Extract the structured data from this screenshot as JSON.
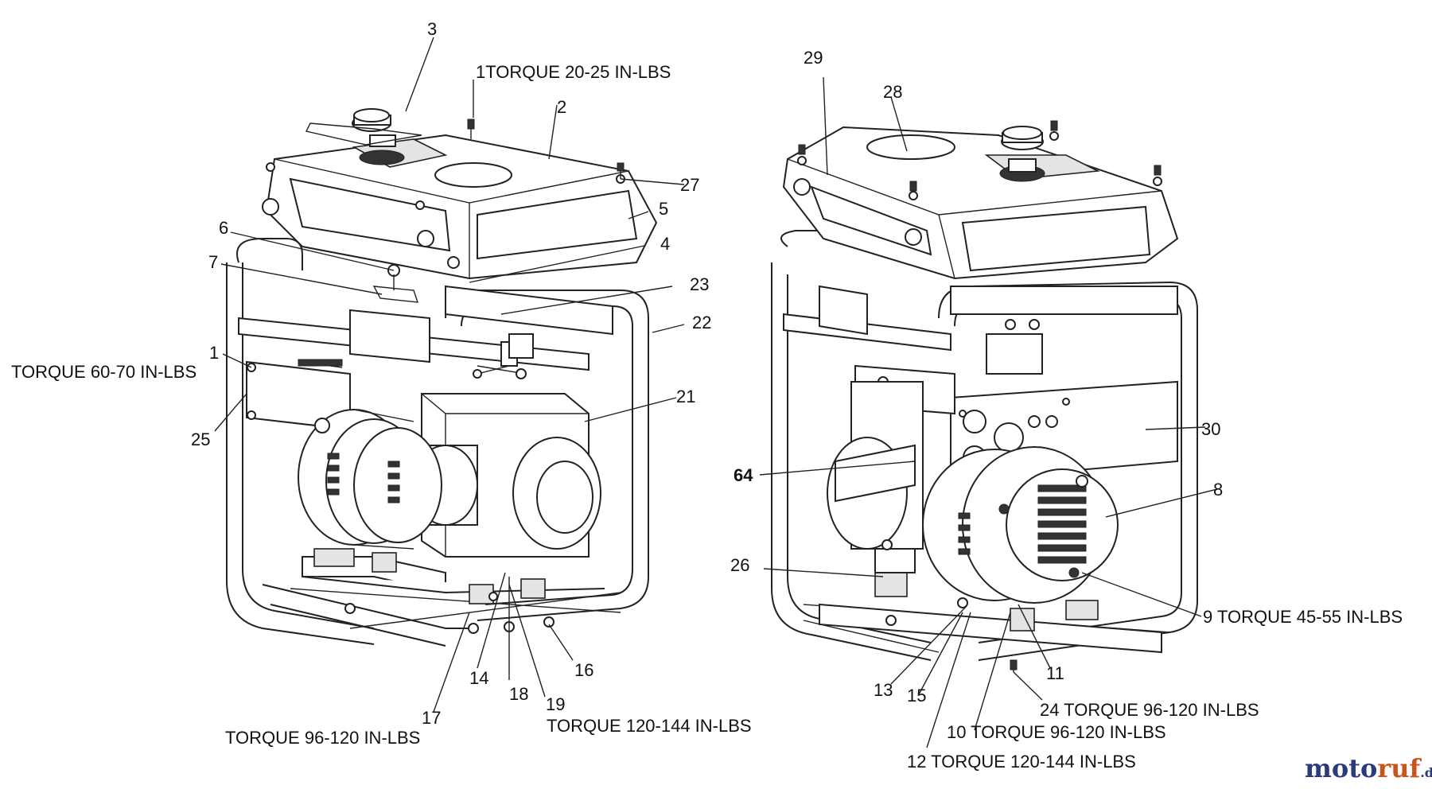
{
  "labels": {
    "l1": "1",
    "l1_top": "1TORQUE 20-25 IN-LBS",
    "l2": "2",
    "l3": "3",
    "l4": "4",
    "l5": "5",
    "l6": "6",
    "l7": "7",
    "l8": "8",
    "l9": "9 TORQUE 45-55 IN-LBS",
    "l10": "10 TORQUE 96-120 IN-LBS",
    "l11": "11",
    "l12": "12  TORQUE 120-144 IN-LBS",
    "l13": "13",
    "l14": "14",
    "l15": "15",
    "l16": "16",
    "l17": "17",
    "l18": "18",
    "l19": "19",
    "l21": "21",
    "l22": "22",
    "l23": "23",
    "l24": "24  TORQUE 96-120 IN-LBS",
    "l25": "25",
    "l26": "26",
    "l27": "27",
    "l28": "28",
    "l29": "29",
    "l30": "30",
    "l64": "64",
    "t60": "TORQUE 60-70 IN-LBS",
    "t96": "TORQUE 96-120 IN-LBS",
    "t120": "TORQUE 120-144 IN-LBS"
  },
  "watermark": {
    "part_a": "moto",
    "part_b": "ruf",
    "part_c": ".de"
  }
}
